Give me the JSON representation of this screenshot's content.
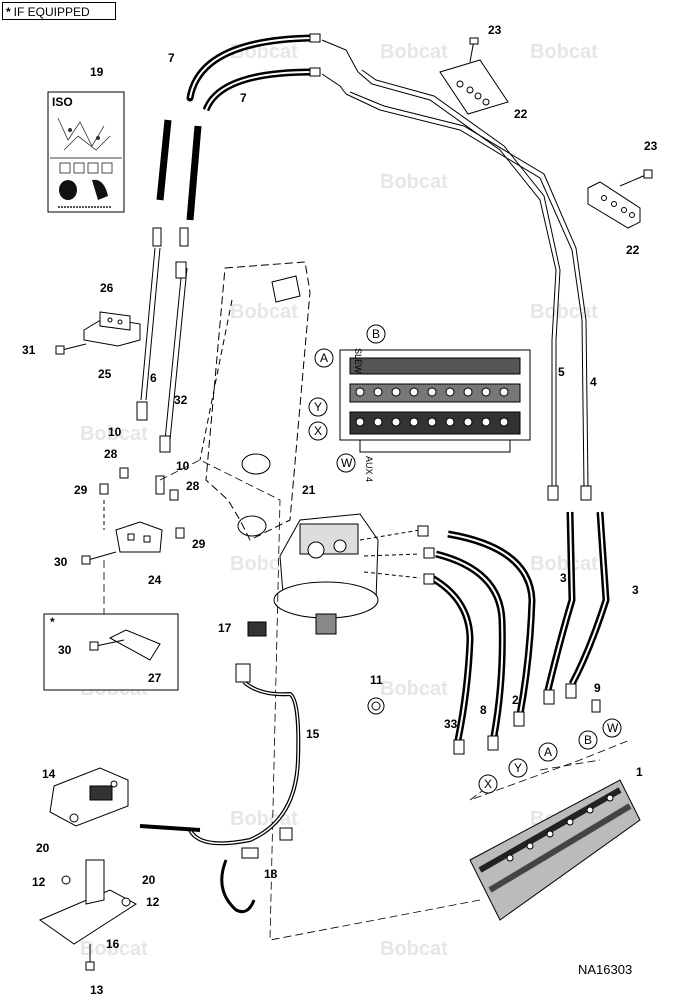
{
  "header": {
    "star": "*",
    "text": "IF EQUIPPED"
  },
  "drawing_number": "NA16303",
  "watermark": "Bobcat",
  "iso_card": {
    "title": "ISO"
  },
  "valve_text": {
    "slew": "SLEW",
    "aux4": "AUX 4"
  },
  "optional_box": {
    "star": "*"
  },
  "callouts": [
    {
      "id": "c7a",
      "text": "7"
    },
    {
      "id": "c7b",
      "text": "7"
    },
    {
      "id": "c19",
      "text": "19"
    },
    {
      "id": "c23a",
      "text": "23"
    },
    {
      "id": "c22a",
      "text": "22"
    },
    {
      "id": "c23b",
      "text": "23"
    },
    {
      "id": "c22b",
      "text": "22"
    },
    {
      "id": "c26",
      "text": "26"
    },
    {
      "id": "c31",
      "text": "31"
    },
    {
      "id": "c25",
      "text": "25"
    },
    {
      "id": "c6",
      "text": "6"
    },
    {
      "id": "c32",
      "text": "32"
    },
    {
      "id": "c5",
      "text": "5"
    },
    {
      "id": "c4",
      "text": "4"
    },
    {
      "id": "c10a",
      "text": "10"
    },
    {
      "id": "c28a",
      "text": "28"
    },
    {
      "id": "c10b",
      "text": "10"
    },
    {
      "id": "c29a",
      "text": "29"
    },
    {
      "id": "c28b",
      "text": "28"
    },
    {
      "id": "c29b",
      "text": "29"
    },
    {
      "id": "c30a",
      "text": "30"
    },
    {
      "id": "c24",
      "text": "24"
    },
    {
      "id": "c21",
      "text": "21"
    },
    {
      "id": "c3a",
      "text": "3"
    },
    {
      "id": "c3b",
      "text": "3"
    },
    {
      "id": "c30b",
      "text": "30"
    },
    {
      "id": "c27",
      "text": "27"
    },
    {
      "id": "c17",
      "text": "17"
    },
    {
      "id": "c11",
      "text": "11"
    },
    {
      "id": "c9",
      "text": "9"
    },
    {
      "id": "c2",
      "text": "2"
    },
    {
      "id": "c8",
      "text": "8"
    },
    {
      "id": "c33",
      "text": "33"
    },
    {
      "id": "c15",
      "text": "15"
    },
    {
      "id": "c14",
      "text": "14"
    },
    {
      "id": "c1",
      "text": "1"
    },
    {
      "id": "c20a",
      "text": "20"
    },
    {
      "id": "c12a",
      "text": "12"
    },
    {
      "id": "c20b",
      "text": "20"
    },
    {
      "id": "c12b",
      "text": "12"
    },
    {
      "id": "c18",
      "text": "18"
    },
    {
      "id": "c16",
      "text": "16"
    },
    {
      "id": "c13",
      "text": "13"
    }
  ],
  "port_labels": [
    {
      "id": "pA1",
      "text": "A"
    },
    {
      "id": "pB1",
      "text": "B"
    },
    {
      "id": "pY1",
      "text": "Y"
    },
    {
      "id": "pX1",
      "text": "X"
    },
    {
      "id": "pW1",
      "text": "W"
    },
    {
      "id": "pB2",
      "text": "B"
    },
    {
      "id": "pW2",
      "text": "W"
    },
    {
      "id": "pA2",
      "text": "A"
    },
    {
      "id": "pY2",
      "text": "Y"
    },
    {
      "id": "pX2",
      "text": "X"
    }
  ]
}
